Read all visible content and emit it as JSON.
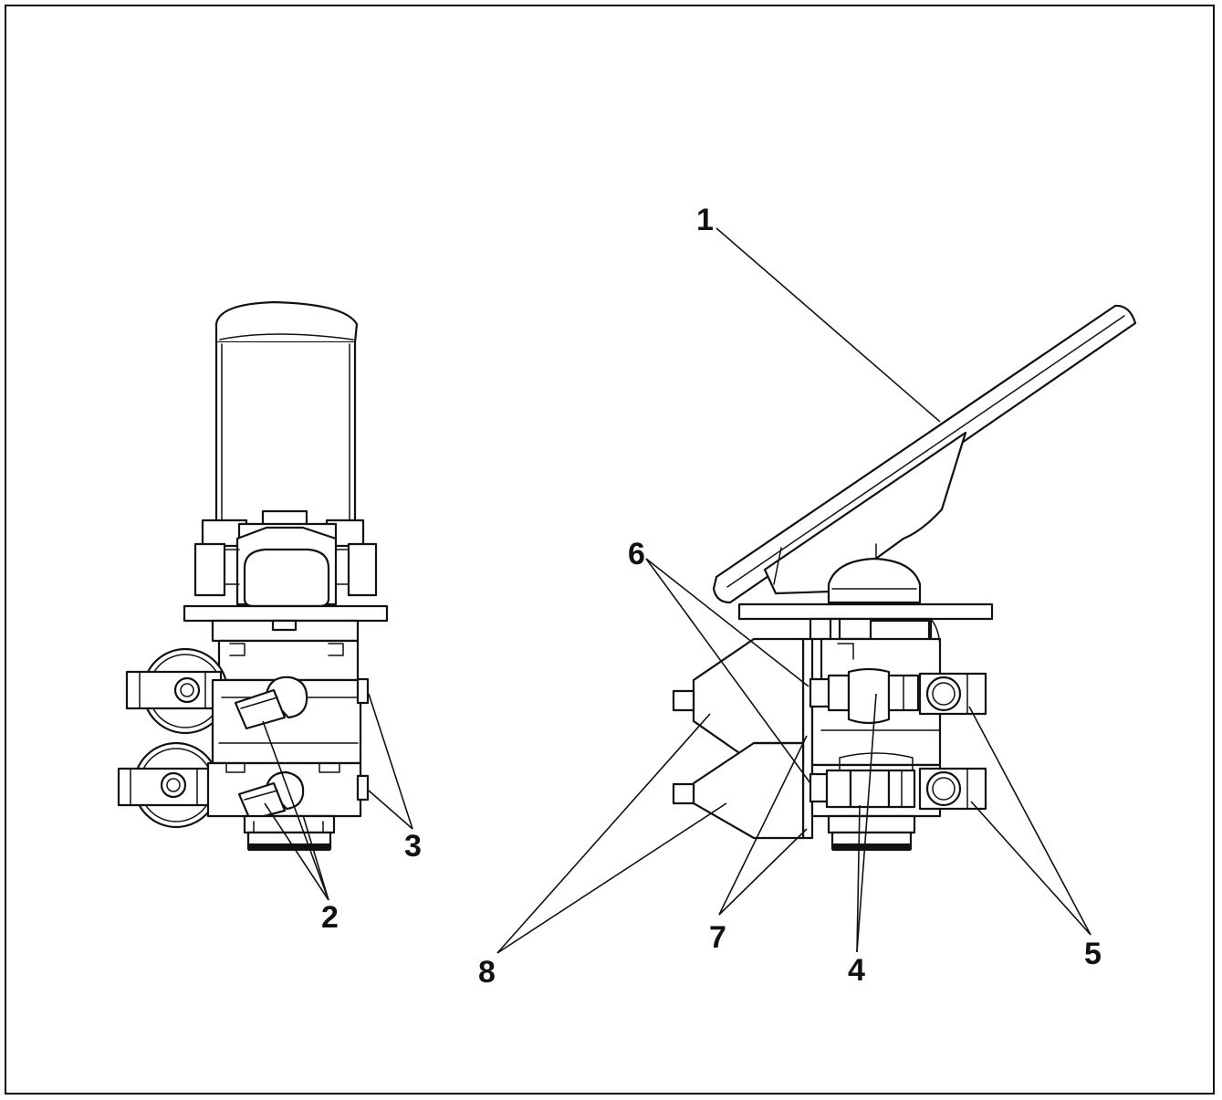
{
  "figure": {
    "views": [
      {
        "id": "front-view",
        "callouts": [
          "2",
          "3"
        ]
      },
      {
        "id": "side-view",
        "callouts": [
          "1",
          "4",
          "5",
          "6",
          "7",
          "8"
        ]
      }
    ],
    "callouts": {
      "c1": "1",
      "c2": "2",
      "c3": "3",
      "c4": "4",
      "c5": "5",
      "c6": "6",
      "c7": "7",
      "c8": "8"
    }
  },
  "colors": {
    "line": "#111111",
    "background": "#ffffff"
  }
}
